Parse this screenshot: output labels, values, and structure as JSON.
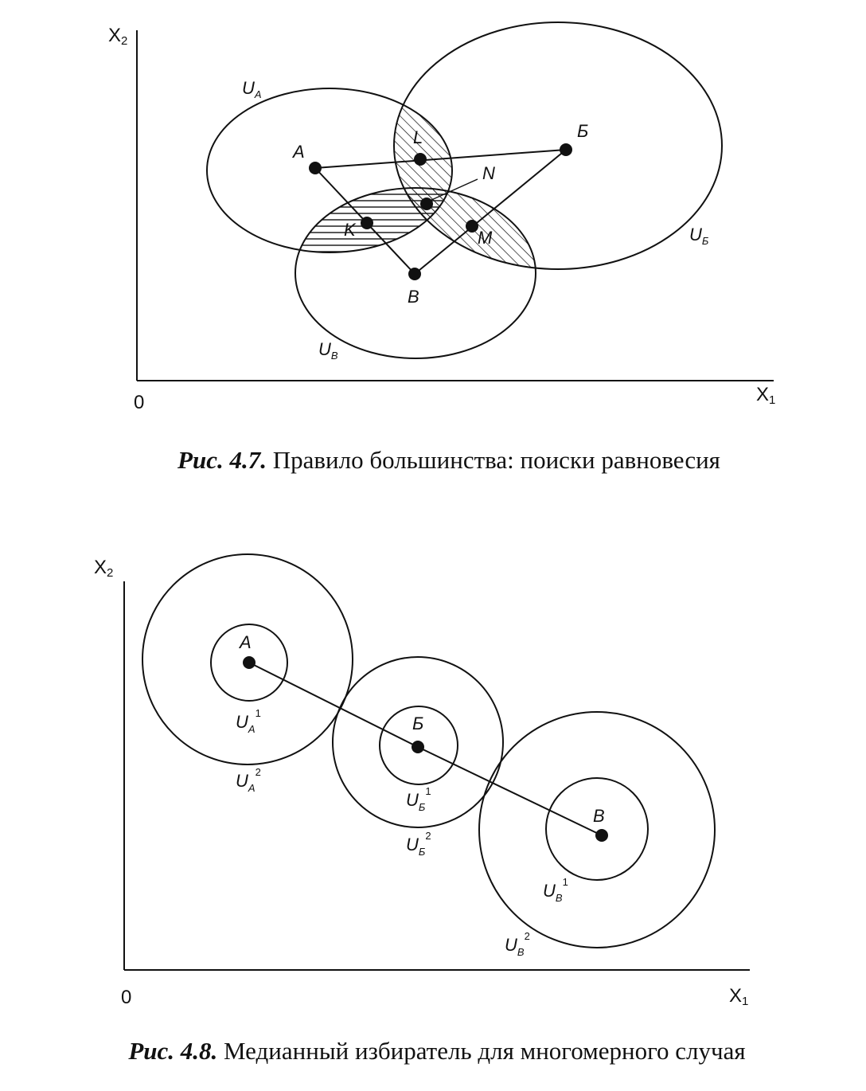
{
  "figure1": {
    "caption_number": "Рис. 4.7.",
    "caption_text": " Правило большинства: поиски равновесия",
    "axis_x": "X",
    "axis_x_sub": "1",
    "axis_y": "X",
    "axis_y_sub": "2",
    "origin": "0",
    "points": {
      "A": "A",
      "B_cyr": "Б",
      "V_cyr": "В",
      "L": "L",
      "N": "N",
      "K": "K",
      "M": "M"
    },
    "curves": {
      "UA": "U",
      "UA_sub": "A",
      "UB": "U",
      "UB_sub": "Б",
      "UV": "U",
      "UV_sub": "В"
    }
  },
  "figure2": {
    "caption_number": "Рис. 4.8.",
    "caption_text": " Медианный избиратель для многомерного случая",
    "axis_x": "X",
    "axis_x_sub": "1",
    "axis_y": "X",
    "axis_y_sub": "2",
    "origin": "0",
    "points": {
      "A": "A",
      "B_cyr": "Б",
      "V_cyr": "В"
    },
    "curves": {
      "U": "U",
      "A_sub": "A",
      "B_sub": "Б",
      "V_sub": "В",
      "sup1": "1",
      "sup2": "2"
    }
  }
}
